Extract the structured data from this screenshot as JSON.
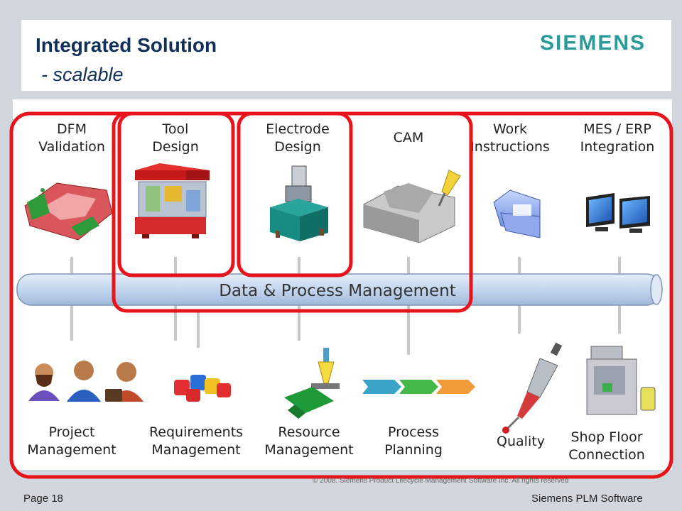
{
  "header": {
    "title": "Integrated Solution",
    "subtitle": "- scalable",
    "logo": "SIEMENS"
  },
  "diagram": {
    "bus_label": "Data & Process Management",
    "top_items": [
      {
        "line1": "DFM",
        "line2": "Validation",
        "icon": "dfm-part-icon"
      },
      {
        "line1": "Tool",
        "line2": "Design",
        "icon": "mold-tool-icon"
      },
      {
        "line1": "Electrode",
        "line2": "Design",
        "icon": "electrode-icon"
      },
      {
        "line1": "CAM",
        "line2": "",
        "icon": "cam-machining-icon"
      },
      {
        "line1": "Work",
        "line2": "Instructions",
        "icon": "folder-icon"
      },
      {
        "line1": "MES / ERP",
        "line2": "Integration",
        "icon": "monitors-icon"
      }
    ],
    "bottom_items": [
      {
        "line1": "Project",
        "line2": "Management",
        "icon": "people-icon"
      },
      {
        "line1": "Requirements",
        "line2": "Management",
        "icon": "puzzle-icon"
      },
      {
        "line1": "Resource",
        "line2": "Management",
        "icon": "tool-holder-icon"
      },
      {
        "line1": "Process",
        "line2": "Planning",
        "icon": "process-arrows-icon"
      },
      {
        "line1": "Quality",
        "line2": "",
        "icon": "probe-icon"
      },
      {
        "line1": "Shop Floor",
        "line2": "Connection",
        "icon": "machine-tool-icon"
      }
    ]
  },
  "footer": {
    "page": "Page 18",
    "company": "Siemens PLM Software",
    "copyright": "© 2008. Siemens Product Lifecycle Management Software Inc. All rights reserved"
  },
  "colors": {
    "highlight": "#e8141c",
    "title": "#12305a",
    "logo": "#2b9a9a",
    "bus": "#c6d8ef"
  }
}
